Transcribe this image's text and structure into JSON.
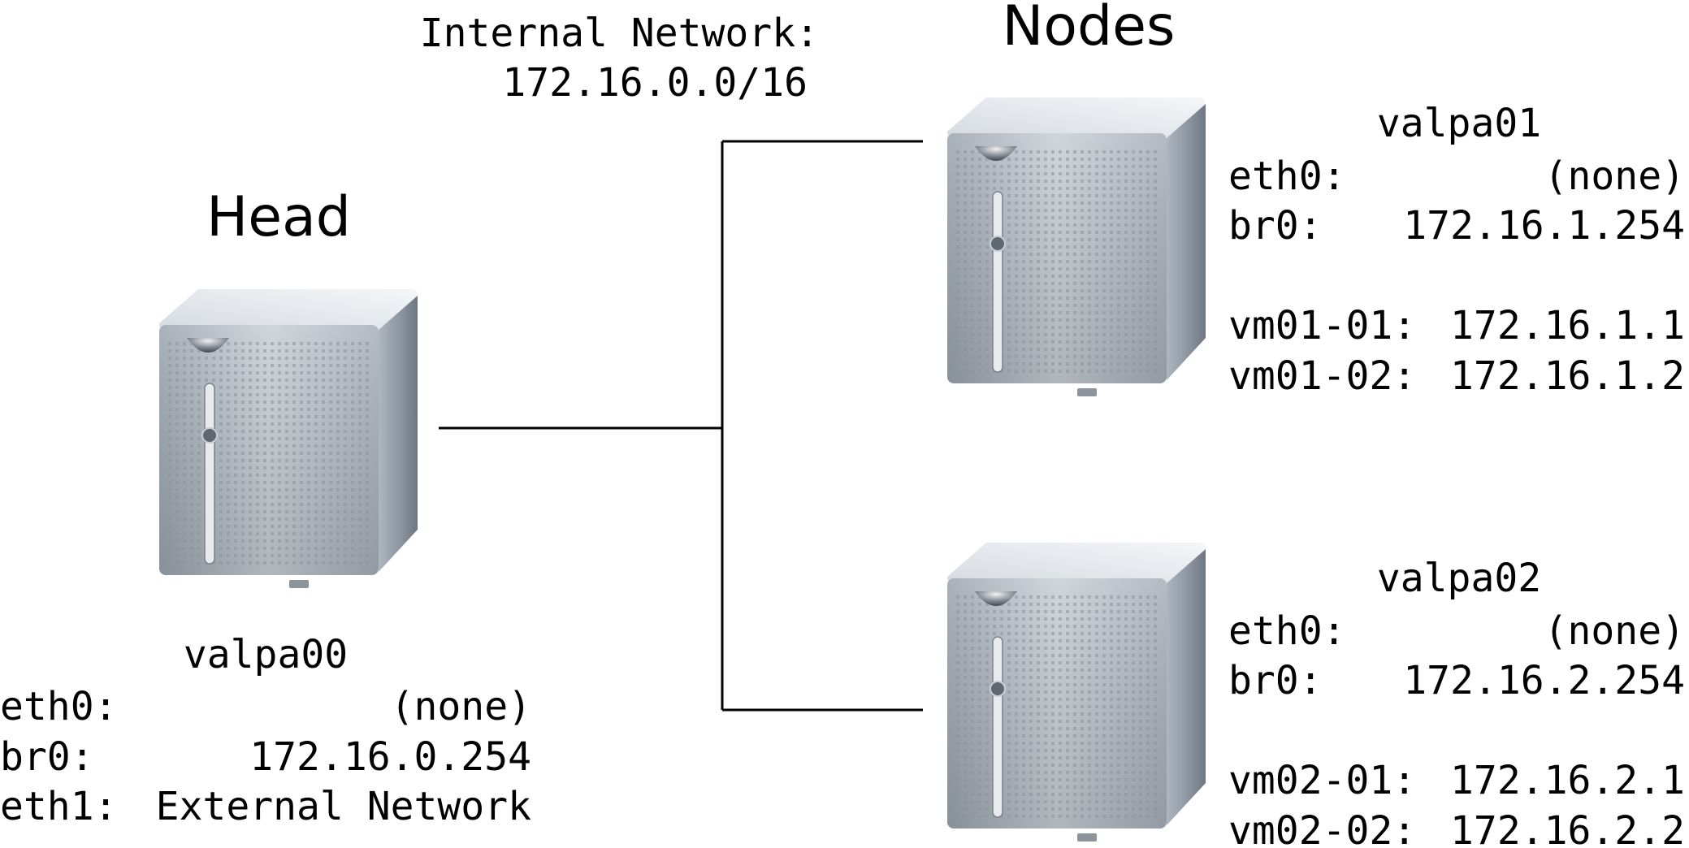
{
  "internal_network": {
    "label": "Internal Network:",
    "cidr": "172.16.0.0/16"
  },
  "groups": {
    "head_title": "Head",
    "nodes_title": "Nodes"
  },
  "head": {
    "hostname": "valpa00",
    "rows": [
      {
        "iface": "eth0:",
        "value": "(none)"
      },
      {
        "iface": "br0:",
        "value": "172.16.0.254"
      },
      {
        "iface": "eth1:",
        "value": "External Network"
      }
    ]
  },
  "node1": {
    "hostname": "valpa01",
    "rows": [
      {
        "iface": "eth0:",
        "value": "(none)"
      },
      {
        "iface": "br0:",
        "value": "172.16.1.254"
      }
    ],
    "vms": [
      {
        "name": "vm01-01:",
        "ip": "172.16.1.1"
      },
      {
        "name": "vm01-02:",
        "ip": "172.16.1.2"
      }
    ]
  },
  "node2": {
    "hostname": "valpa02",
    "rows": [
      {
        "iface": "eth0:",
        "value": "(none)"
      },
      {
        "iface": "br0:",
        "value": "172.16.2.254"
      }
    ],
    "vms": [
      {
        "name": "vm02-01:",
        "ip": "172.16.2.1"
      },
      {
        "name": "vm02-02:",
        "ip": "172.16.2.2"
      }
    ]
  },
  "icons": {
    "server": "server-tower-icon"
  },
  "colors": {
    "line": "#000000",
    "server_front": "#b9c0c9",
    "server_side": "#7d8590",
    "server_top": "#e3e7ec"
  }
}
